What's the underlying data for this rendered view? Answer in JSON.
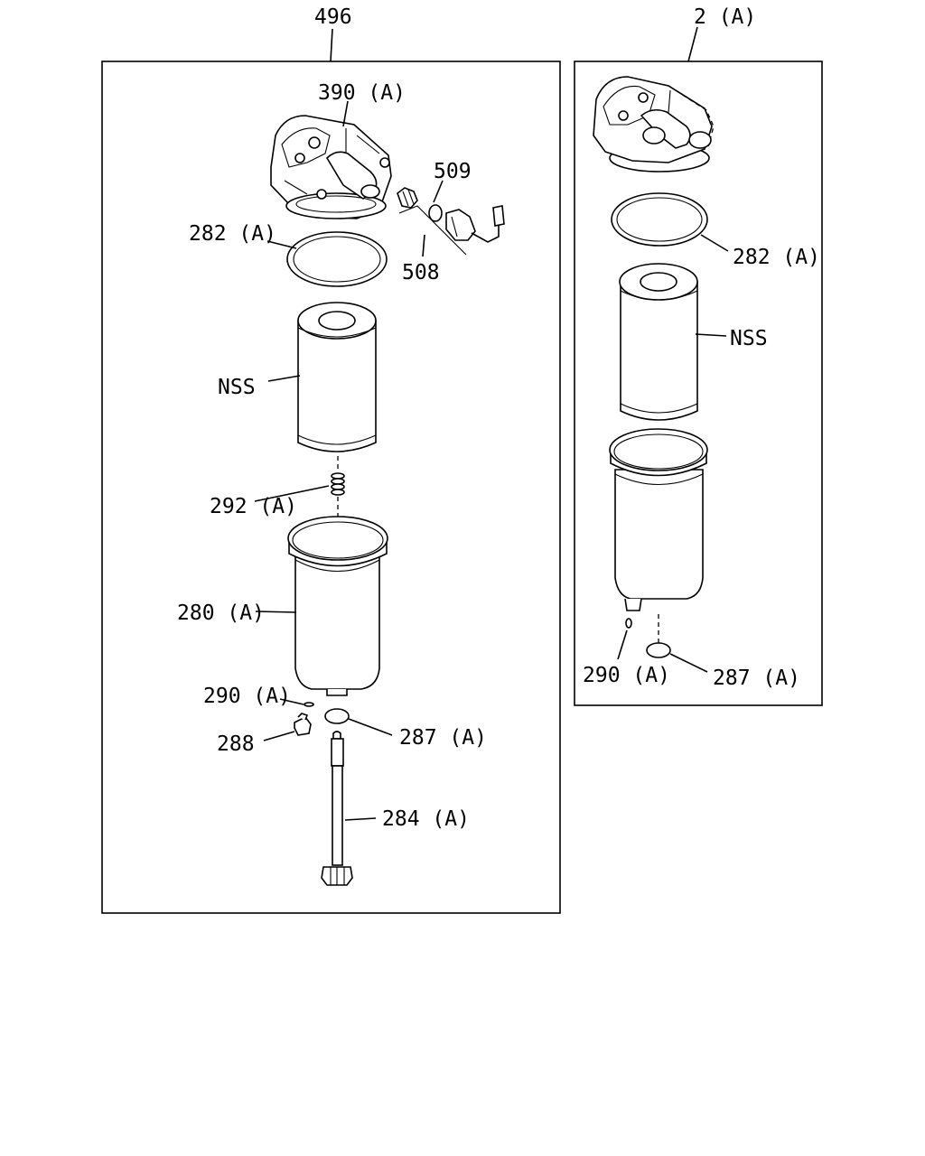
{
  "left_panel": {
    "title": "496",
    "labels": {
      "head": "390 (A)",
      "o_ring_top": "282 (A)",
      "sensor_oring": "509",
      "sensor_assy": "508",
      "element": "NSS",
      "spring": "292 (A)",
      "bowl": "280 (A)",
      "small_oring": "290 (A)",
      "plug": "288",
      "bottom_oring": "287 (A)",
      "bolt": "284 (A)"
    }
  },
  "right_panel": {
    "title": "2 (A)",
    "labels": {
      "o_ring_top": "282 (A)",
      "element": "NSS",
      "small_oring": "290 (A)",
      "bottom_oring": "287 (A)"
    }
  }
}
